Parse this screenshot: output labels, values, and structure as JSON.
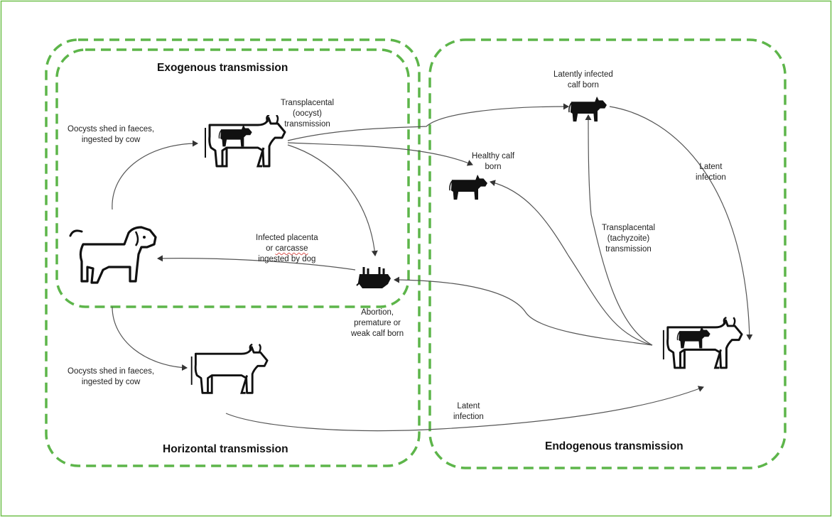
{
  "colors": {
    "region_border": "#5db54a",
    "outer_border": "#6fbf4a",
    "arrow": "#555555",
    "icon_line": "#111111",
    "icon_fill": "#111111",
    "spell_underline": "#d9534f"
  },
  "regions": {
    "exogenous": "Exogenous transmission",
    "horizontal": "Horizontal transmission",
    "endogenous": "Endogenous transmission"
  },
  "labels": {
    "oocysts_top": [
      "Oocysts shed in faeces,",
      "ingested by cow"
    ],
    "oocysts_bottom": [
      "Oocysts shed in faeces,",
      "ingested by cow"
    ],
    "transplacental_oocyst": [
      "Transplacental",
      "(oocyst)",
      "transmission"
    ],
    "latently_infected_calf": [
      "Latently infected",
      "calf born"
    ],
    "healthy_calf": [
      "Healthy calf",
      "born"
    ],
    "latent_infection_right": [
      "Latent",
      "infection"
    ],
    "infected_placenta": {
      "line1": "Infected placenta",
      "line2_prefix": "or ",
      "line2_word": "carcasse",
      "line3": "ingested by dog"
    },
    "transplacental_tachyzoite": [
      "Transplacental",
      "(tachyzoite)",
      "transmission"
    ],
    "abortion": [
      "Abortion,",
      "premature or",
      "weak calf born"
    ],
    "latent_infection_bottom": [
      "Latent",
      "infection"
    ]
  },
  "icons": {
    "dog": "dog-icon",
    "pregnant_cow_top": "pregnant-cow-icon",
    "cow_bottom": "cow-icon",
    "pregnant_cow_right": "pregnant-cow-icon",
    "latent_calf": "calf-icon",
    "healthy_calf": "calf-icon",
    "aborted_calf": "aborted-calf-icon"
  }
}
